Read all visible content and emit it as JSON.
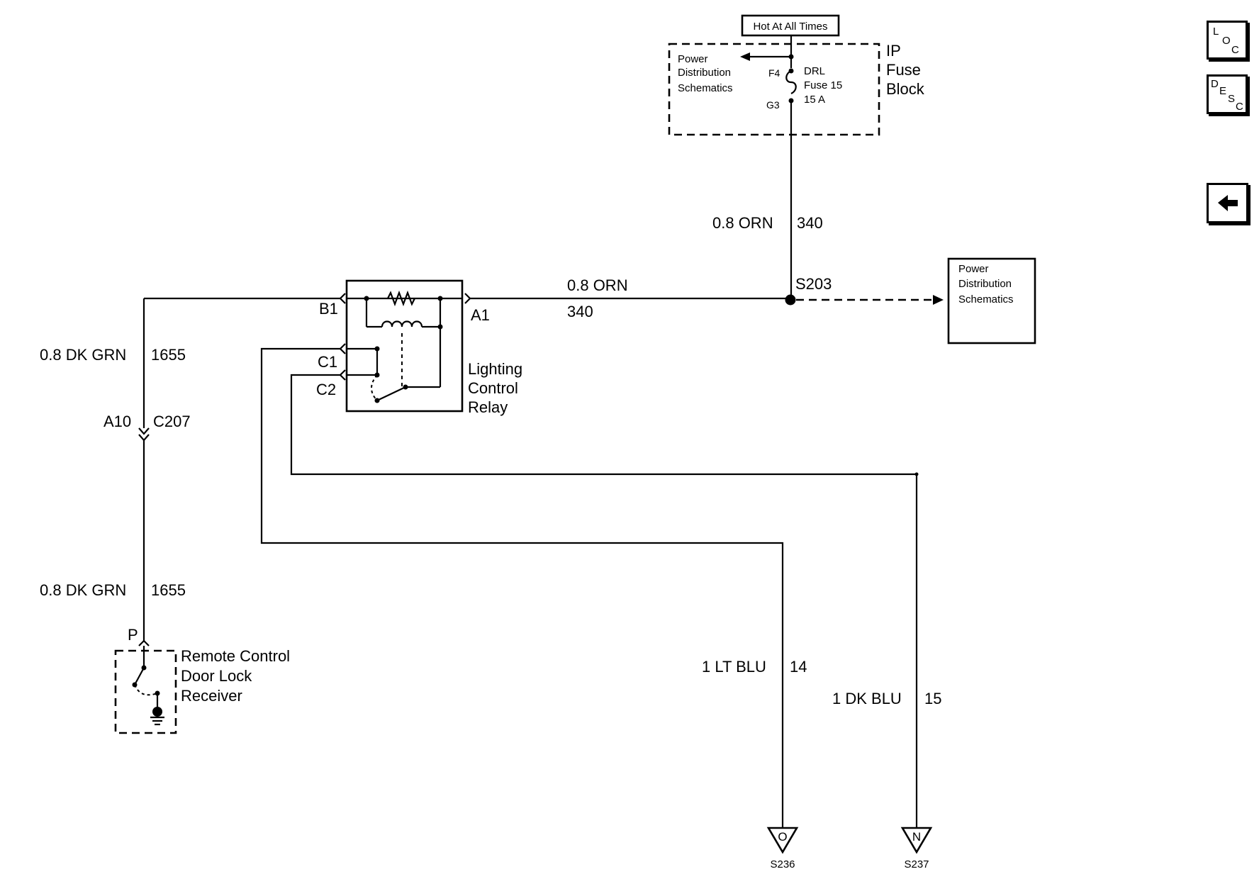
{
  "fuse_block": {
    "hot_label": "Hot At All Times",
    "title_line1": "IP",
    "title_line2": "Fuse",
    "title_line3": "Block",
    "pds_line1": "Power",
    "pds_line2": "Distribution",
    "pds_line3": "Schematics",
    "pin_top": "F4",
    "pin_bottom": "G3",
    "fuse_line1": "DRL",
    "fuse_line2": "Fuse 15",
    "fuse_line3": "15 A"
  },
  "wires": {
    "orn_vertical_color": "0.8 ORN",
    "orn_vertical_circuit": "340",
    "orn_horizontal_color": "0.8 ORN",
    "orn_horizontal_circuit": "340",
    "grn_upper_color": "0.8 DK GRN",
    "grn_upper_circuit": "1655",
    "grn_lower_color": "0.8 DK GRN",
    "grn_lower_circuit": "1655",
    "ltblu_color": "1 LT BLU",
    "ltblu_circuit": "14",
    "dkblu_color": "1 DK BLU",
    "dkblu_circuit": "15"
  },
  "splice": {
    "name": "S203"
  },
  "pds_box": {
    "line1": "Power",
    "line2": "Distribution",
    "line3": "Schematics"
  },
  "relay": {
    "pin_b1": "B1",
    "pin_a1": "A1",
    "pin_c1": "C1",
    "pin_c2": "C2",
    "label_line1": "Lighting",
    "label_line2": "Control",
    "label_line3": "Relay"
  },
  "connector": {
    "pin": "A10",
    "name": "C207"
  },
  "receiver": {
    "pin": "P",
    "label_line1": "Remote Control",
    "label_line2": "Door Lock",
    "label_line3": "Receiver"
  },
  "references": [
    {
      "letter": "O",
      "splice": "S236"
    },
    {
      "letter": "N",
      "splice": "S237"
    }
  ],
  "nav": {
    "loc": {
      "l1": "L",
      "l2": "O",
      "l3": "C"
    },
    "desc": {
      "l1": "D",
      "l2": "E",
      "l3": "S",
      "l4": "C"
    },
    "back_icon": "left-arrow-icon"
  }
}
